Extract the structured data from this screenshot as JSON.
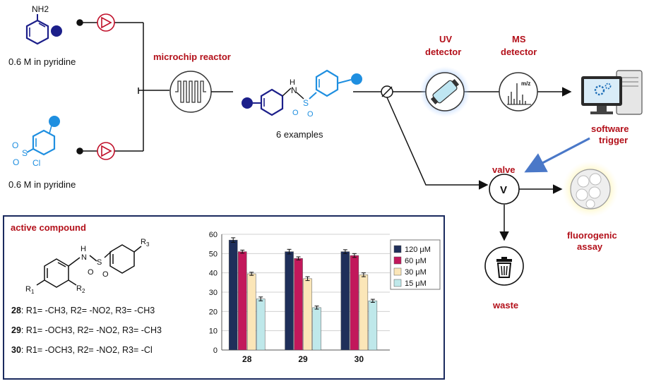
{
  "colors": {
    "accent_red": "#b3101a",
    "dark_blue": "#1c1f8a",
    "light_blue": "#1f8fe0",
    "box_border": "#1a2a5e",
    "series": [
      "#1f2f5a",
      "#c2185b",
      "#fbe6b8",
      "#bfe8ea"
    ]
  },
  "reagents": {
    "amine_label": "NH2",
    "amine_conc": "0.6 M in pyridine",
    "sulfonyl_label": "Cl",
    "sulfonyl_conc": "0.6 M in pyridine"
  },
  "flow": {
    "reactor_label": "microchip reactor",
    "product_count": "6 examples",
    "uv_label_1": "UV",
    "uv_label_2": "detector",
    "ms_label_1": "MS",
    "ms_label_2": "detector",
    "ms_axis": "m/z",
    "software_label_1": "software",
    "software_label_2": "trigger",
    "valve_label": "valve",
    "valve_symbol": "V",
    "assay_label_1": "fluorogenic",
    "assay_label_2": "assay",
    "waste_label": "waste"
  },
  "active_box": {
    "title": "active compound",
    "compounds": [
      {
        "id": "28",
        "desc": ": R1= -CH3, R2= -NO2, R3= -CH3"
      },
      {
        "id": "29",
        "desc": ": R1= -OCH3, R2= -NO2, R3= -CH3"
      },
      {
        "id": "30",
        "desc": ": R1= -OCH3, R2= -NO2, R3= -Cl"
      }
    ]
  },
  "chart_data": {
    "type": "bar",
    "categories": [
      "28",
      "29",
      "30"
    ],
    "series": [
      {
        "name": "120 μM",
        "values": [
          57,
          51,
          51
        ],
        "errors": [
          1.2,
          1.2,
          1.0
        ]
      },
      {
        "name": "60 μM",
        "values": [
          51,
          47.5,
          49
        ],
        "errors": [
          0.8,
          0.8,
          1.0
        ]
      },
      {
        "name": "30 μM",
        "values": [
          39.5,
          37,
          39
        ],
        "errors": [
          0.8,
          1.0,
          1.0
        ]
      },
      {
        "name": "15 μM",
        "values": [
          26.5,
          22,
          25.5
        ],
        "errors": [
          1.0,
          0.8,
          0.8
        ]
      }
    ],
    "ylim": [
      0,
      60
    ],
    "yticks": [
      0,
      10,
      20,
      30,
      40,
      50,
      60
    ],
    "grid": true,
    "legend": "top-right",
    "xlabel": "",
    "ylabel": "",
    "title": ""
  }
}
